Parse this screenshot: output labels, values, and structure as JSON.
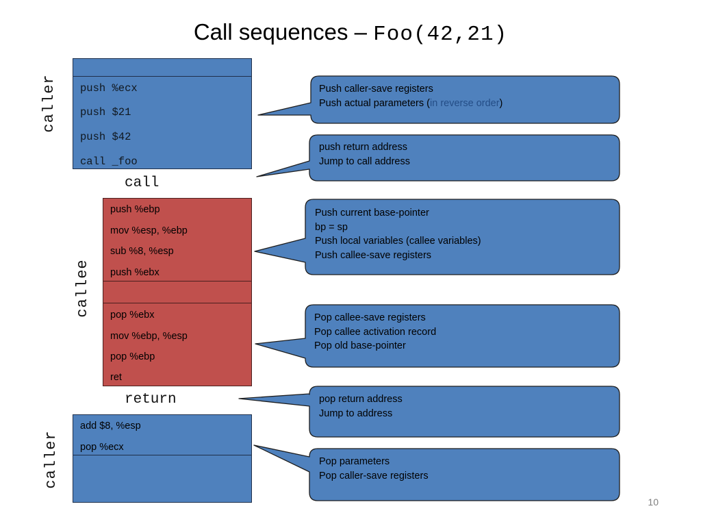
{
  "slide": {
    "title_text": "Call sequences – ",
    "title_code": "Foo(42,21)",
    "page_number": "10"
  },
  "labels": {
    "caller_top": "caller",
    "callee": "callee",
    "caller_bottom": "caller",
    "call": "call",
    "return": "return"
  },
  "caller_block": {
    "lines": [
      "push %ecx",
      "push $21",
      "push $42",
      "call _foo"
    ]
  },
  "callee_block": {
    "prologue": [
      "push %ebp",
      "mov %esp, %ebp",
      "sub %8, %esp",
      "push %ebx"
    ],
    "epilogue": [
      "pop %ebx",
      "mov %ebp, %esp",
      "pop %ebp",
      "ret"
    ]
  },
  "caller_after_block": {
    "lines": [
      "add $8, %esp",
      "pop %ecx"
    ]
  },
  "bubbles": [
    {
      "lines": [
        "Push caller-save registers"
      ],
      "line2_pre": "Push actual parameters (",
      "line2_hl": "in reverse order",
      "line2_post": ")"
    },
    {
      "lines": [
        "push return address",
        "Jump to call address"
      ]
    },
    {
      "lines": [
        "Push current base-pointer",
        "bp = sp",
        "Push local variables (callee variables)",
        "Push callee-save registers"
      ]
    },
    {
      "lines": [
        "Pop callee-save registers",
        "Pop callee activation record",
        "Pop old base-pointer"
      ]
    },
    {
      "lines": [
        "pop return address",
        "Jump to address"
      ]
    },
    {
      "lines": [
        "Pop parameters",
        "Pop caller-save registers"
      ]
    }
  ],
  "colors": {
    "caller_fill": "#4f81bd",
    "callee_fill": "#c0504d",
    "highlight_text": "#244d86"
  }
}
